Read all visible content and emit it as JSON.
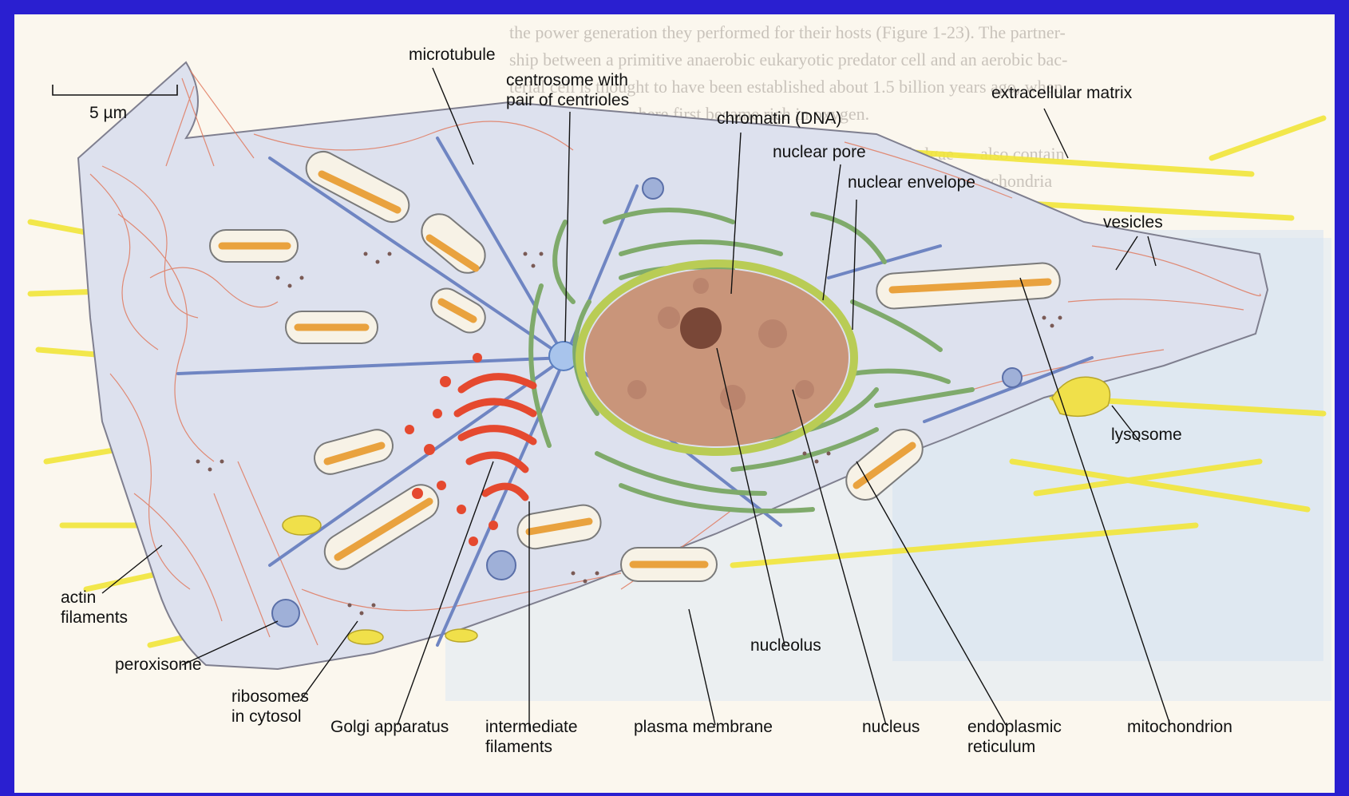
{
  "scale_bar": {
    "label": "5 µm"
  },
  "labels": {
    "microtubule": "microtubule",
    "centrosome": "centrosome with\npair of centrioles",
    "extracellular_matrix": "extracellular matrix",
    "chromatin": "chromatin (DNA)",
    "nuclear_pore": "nuclear pore",
    "nuclear_envelope": "nuclear envelope",
    "vesicles": "vesicles",
    "lysosome": "lysosome",
    "actin_filaments": "actin\nfilaments",
    "peroxisome": "peroxisome",
    "ribosomes": "ribosomes\nin cytosol",
    "golgi": "Golgi apparatus",
    "intermediate_filaments": "intermediate\nfilaments",
    "plasma_membrane": "plasma membrane",
    "nucleolus": "nucleolus",
    "nucleus": "nucleus",
    "endoplasmic_reticulum": "endoplasmic\nreticulum",
    "mitochondrion": "mitochondrion"
  },
  "colors": {
    "frame": "#2a1fd0",
    "page": "#fbf7ee",
    "cytoplasm": "#dde1ee",
    "nucleus": "#c9957a",
    "nuclear_envelope": "#b9cc55",
    "mitochondria": "#e9a23e",
    "golgi": "#e5492f",
    "er": "#7faa6b",
    "microtubule": "#6f85c2",
    "actin": "#e07a5f",
    "matrix": "#f2e63a",
    "lysosome": "#f0e04a"
  }
}
